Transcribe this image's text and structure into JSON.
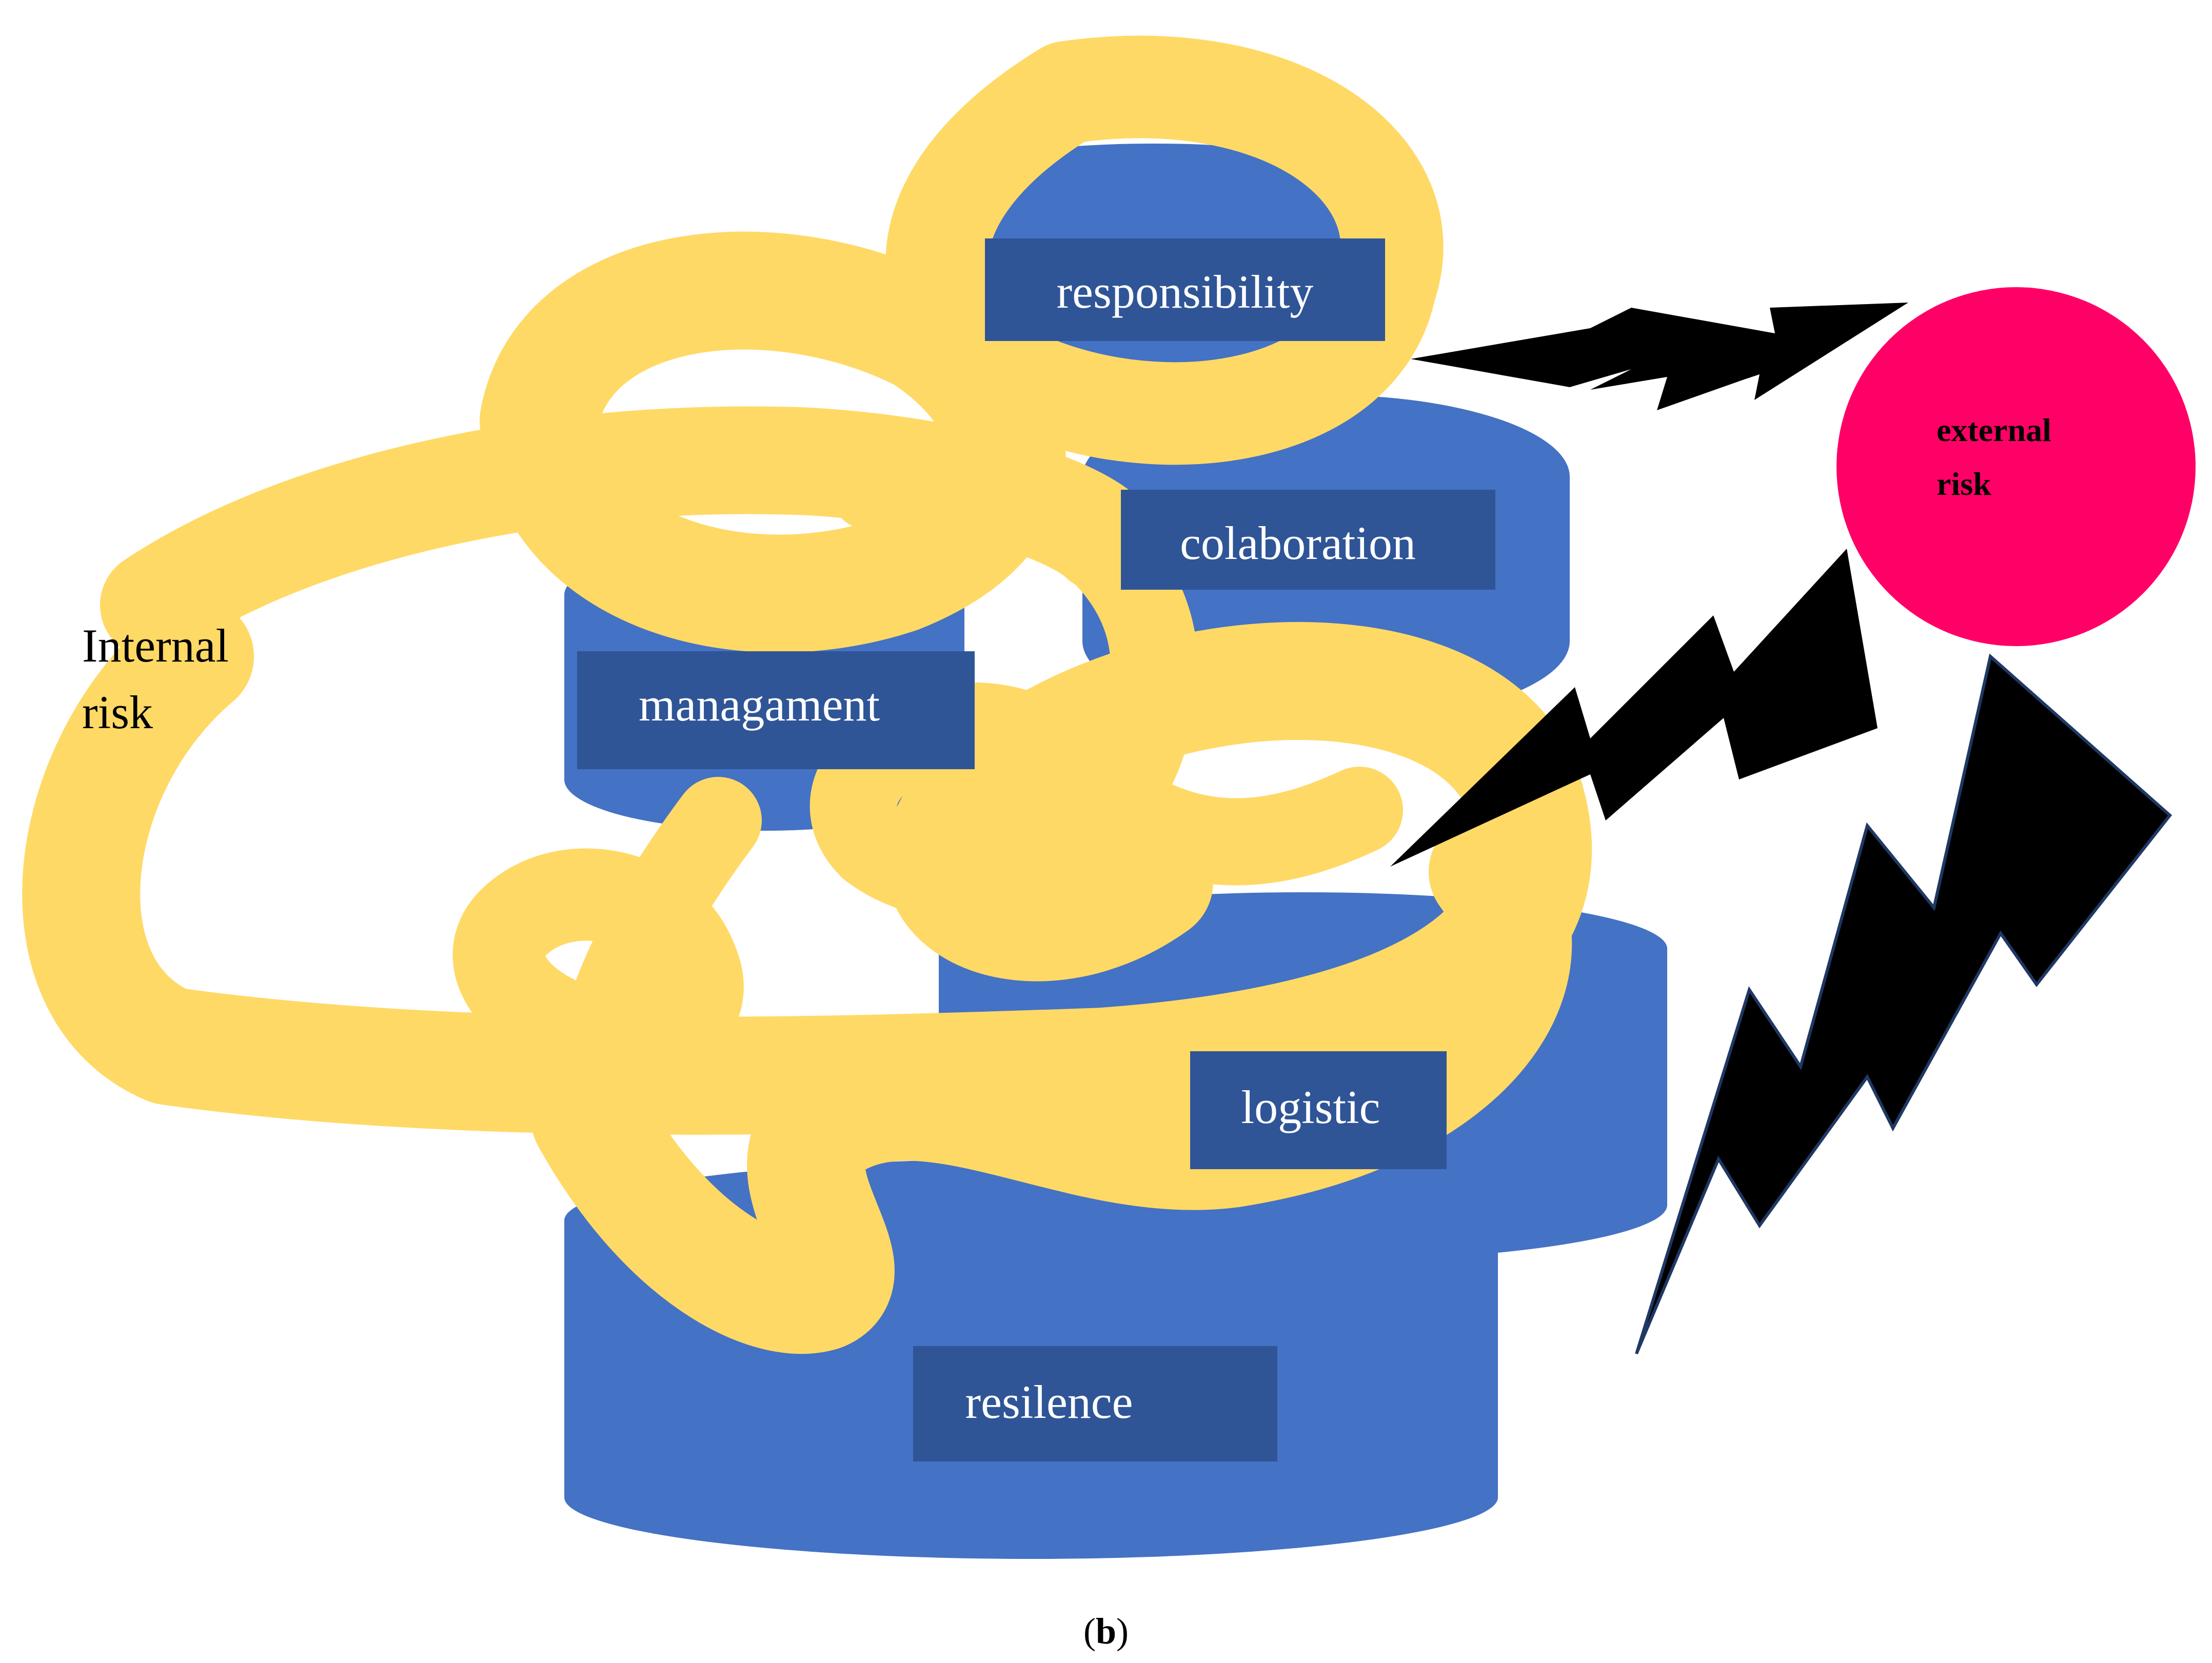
{
  "colors": {
    "cylinder": "#4472C4",
    "label_box": "#2F5597",
    "band": "#FFD966",
    "external": "#FF0066",
    "lightning": "#000000"
  },
  "blocks": [
    {
      "id": "responsibility",
      "label": "responsibility"
    },
    {
      "id": "colaboration",
      "label": "colaboration"
    },
    {
      "id": "managament",
      "label": "managament"
    },
    {
      "id": "logistic",
      "label": "logistic"
    },
    {
      "id": "resilence",
      "label": "resilence"
    }
  ],
  "internal_risk": {
    "line1": "Internal",
    "line2": "risk"
  },
  "external_risk": {
    "line1": "external",
    "line2": "risk"
  },
  "caption": {
    "open": "(",
    "letter": "b",
    "close": ")"
  }
}
